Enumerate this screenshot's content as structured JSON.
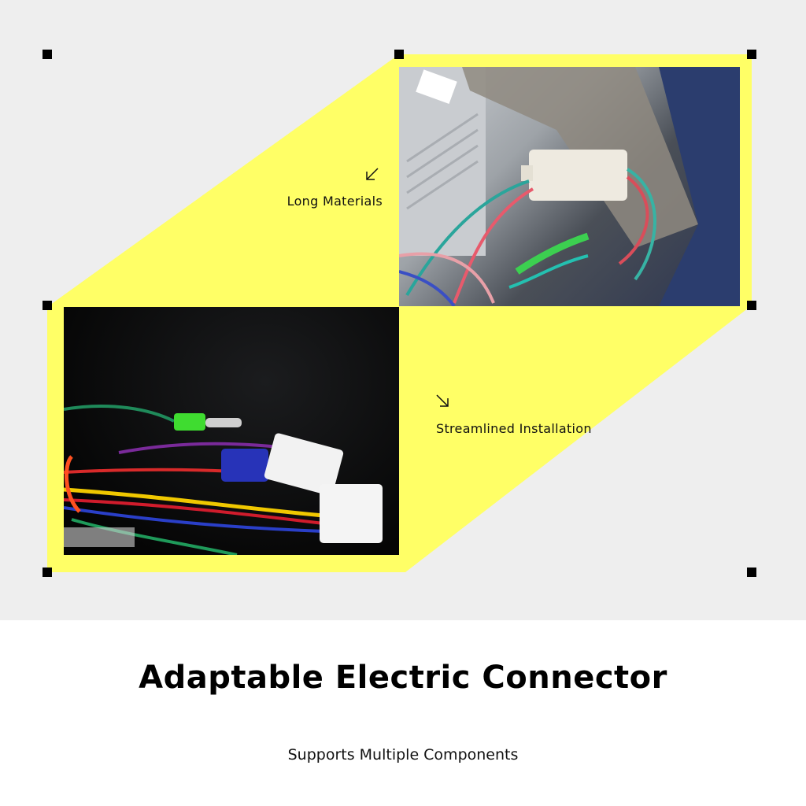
{
  "colors": {
    "accent": "#ffff66",
    "background": "#eeeeee",
    "handle": "#000000"
  },
  "callouts": [
    {
      "label": "Long Materials",
      "icon": "arrow-down-left-icon"
    },
    {
      "label": "Streamlined Installation",
      "icon": "arrow-down-right-icon"
    }
  ],
  "footer": {
    "title": "Adaptable Electric Connector",
    "subtitle": "Supports Multiple Components"
  }
}
